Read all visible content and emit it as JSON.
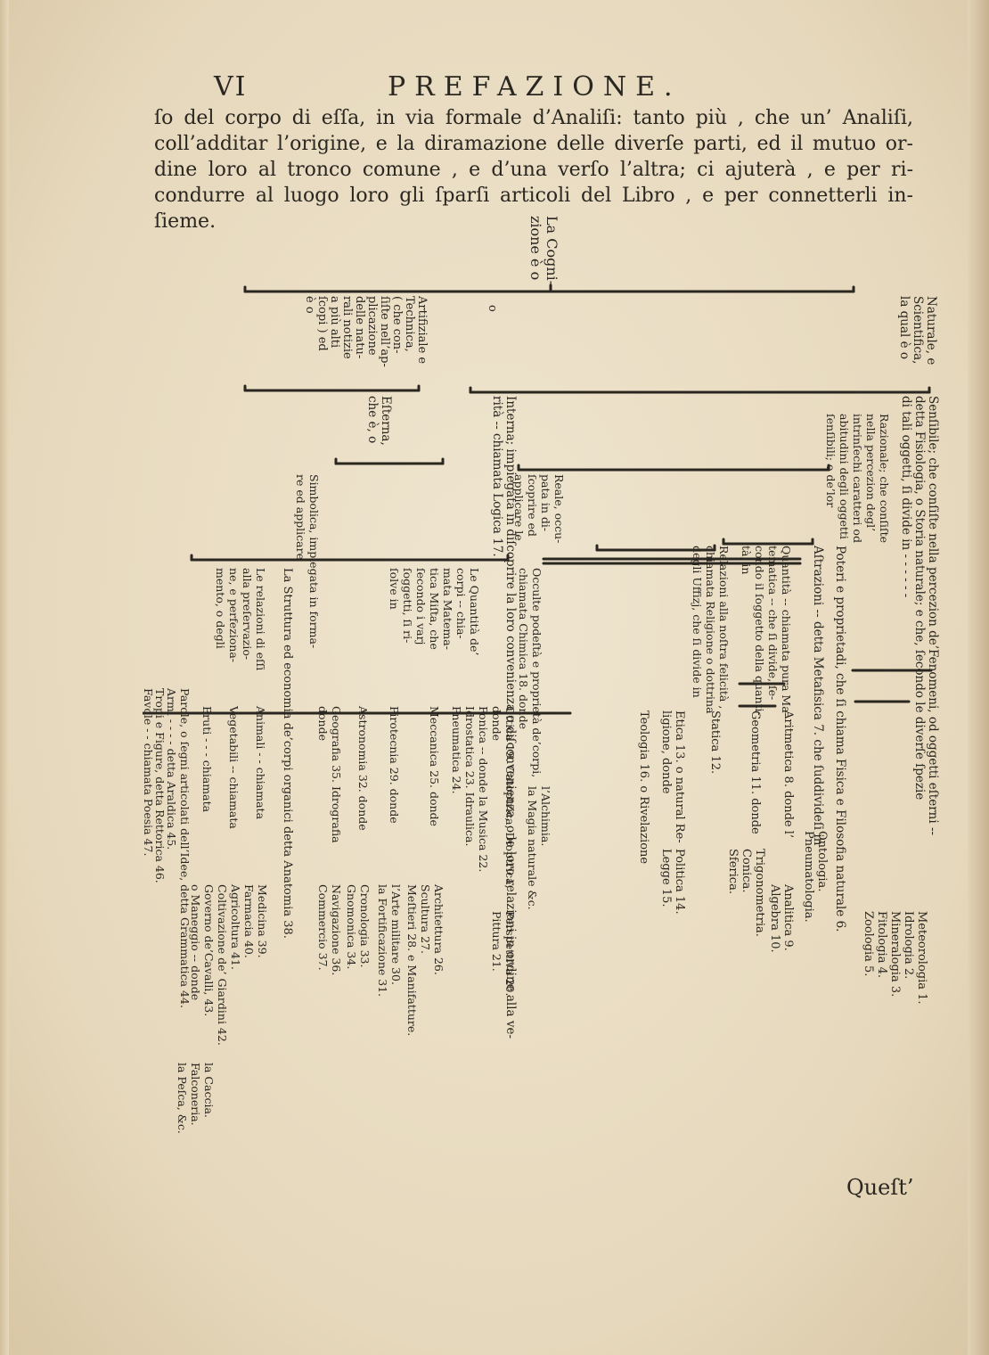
{
  "header": {
    "folio": "VI",
    "running_title": "PREFAZIONE."
  },
  "intro": {
    "lines": [
      "ſo del corpo di eſſa, in via formale d’Analiſi: tanto più , che un’ Analiſi,",
      "coll’additar l’origine, e la diramazione delle diverſe parti, ed il mutuo or-",
      "dine loro al tronco comune , e d’una verſo l’altra; ci ajuterà , e per ri-",
      "condurre al luogo loro gli ſparſi articoli del Libro , e per connetterli in-",
      "ſieme."
    ]
  },
  "tree": {
    "root": [
      "La Cogni-",
      "zione è o"
    ],
    "naturale": [
      "Naturale, e",
      "Scientifica,",
      "la qual è o"
    ],
    "artifiziale": [
      "Artifiziale e",
      "Technica,",
      "( che con-",
      "ſiſte nell’ap-",
      "plicazione",
      "delle natu-",
      "rali notizie",
      "a più alti",
      "ſcopi ) ed",
      "è o"
    ],
    "sensibile": [
      "Senſibile; che conſiſte nella percezion de’Fenomeni, od oggetti eſterni --",
      "detta Fisiologia, o Storia naturale; e che, ſecondo le diverſe ſpezie",
      "di tali oggetti, ſi divide in  -  -  -  -  -  -"
    ],
    "sensibile_out": [
      "Meteorologia 1.",
      "Idrologia 2.",
      "Mineralogia 3.",
      "Fitologia 4.",
      "Zoologia 5."
    ],
    "razionale": [
      "Razionale; che conſiſte",
      "nella percezion degl’",
      "intrinſechi caratteri od",
      "abitudini degli oggetti",
      "ſenſibili; o de’lor"
    ],
    "poteri": [
      "Poteri e proprietadi, che ſi chiama Fisica e Filosofia naturale 6."
    ],
    "astrazioni": [
      "Aſtrazioni -- detta Metafisica 7. che ſuddivideſi in"
    ],
    "astrazioni_out": [
      "Ontologia.",
      "Pneumatologia."
    ],
    "quantita": [
      "Quantità -- chiamata pura Ma-",
      "tematica -- che ſi divide, ſe-",
      "condo il ſoggetto della quanti-",
      "tà, in"
    ],
    "aritmetica": [
      "Aritmetica 8. donde l’"
    ],
    "aritmetica_out": [
      "Analitica 9.",
      "Algebra 10."
    ],
    "geometria": [
      "Geometria 11. donde"
    ],
    "geometria_out": [
      "Trigonometria.",
      "Conica.",
      "Sferica."
    ],
    "statica": [
      "Statica 12."
    ],
    "relazioni": [
      "Relazioni alla noſtra felicità ,",
      "chiamata Religione o dottrina",
      "degli Uffizj, che ſi divide in"
    ],
    "etica": [
      "Etica 13. o natural Re-",
      "ligione, donde"
    ],
    "etica_out": [
      "Politica 14.",
      "Legge 15."
    ],
    "teologia": [
      "Teologia 16. o Rivelazione"
    ],
    "interna": [
      "Interna; impiegata in diſcoprire la loro convenienza o diſconvenienza, o le loro relazioni in ordine alla ve-",
      "rità -- chiamata Logica 17."
    ],
    "esterna": [
      "Eſterna,",
      "che è, o"
    ],
    "reale": [
      "Reale, occu-",
      "pata in di-",
      "ſcoprire ed",
      "applicare le"
    ],
    "simbolica": [
      "Simbolica, impiegata in forma-",
      "re ed applicare"
    ],
    "occulte": [
      "Occulte podeſtà e proprietà de’corpi,",
      "chiamata Chimica 18. donde"
    ],
    "occulte_out": [
      "l’Alchimia.",
      "la Magia naturale &c."
    ],
    "ottica": [
      "Ottica 19. Catoptrica, Dioptrica,",
      "donde"
    ],
    "ottica_out": [
      "Perspettiva 20.",
      "Pittura 21."
    ],
    "fonica": [
      "Fonica -- donde la Musica 22."
    ],
    "idrostatica": [
      "Idrostatica 23. Idraulica."
    ],
    "pneumatica": [
      "Pneumatica 24."
    ],
    "quantita_corpi": [
      "Le Quantità de’",
      "corpi -- chia-",
      "mata Matema-",
      "tica Miſta, che",
      "ſecondo i varj",
      "ſoggetti, ſi ri-",
      "ſolve in"
    ],
    "meccanica": [
      "Meccanica 25.    donde"
    ],
    "meccanica_out": [
      "Architettura 26.",
      "Scultura 27.",
      "Meſtieri 28. e Manifatture."
    ],
    "pirotecnia": [
      "Pirotecnia 29.   donde"
    ],
    "pirotecnia_out": [
      "l’Arte militare 30.",
      "la Fortificazione 31."
    ],
    "astronomia": [
      "Astronomia 32.   donde"
    ],
    "astronomia_out": [
      "Cronologia 33.",
      "Gnomonica 34."
    ],
    "geografia": [
      "Geografia 35. Idrografia",
      "donde"
    ],
    "geografia_out": [
      "Navigazione 36.",
      "Commercio 37."
    ],
    "struttura": [
      "La Struttura ed economia de’corpi organici detta Anatomia 38."
    ],
    "relazioni_effi": [
      "Le relazioni di eſſi",
      "alla preſervazio-",
      "ne, e perfeziona-",
      "mento, o degli"
    ],
    "animali": [
      "Animali  -  -  chiamata"
    ],
    "animali_out": [
      "Medicina 39.",
      "Farmacia 40."
    ],
    "vegetabili": [
      "Vegetabili -- chiamata"
    ],
    "vegetabili_out": [
      "Agricoltura 41.",
      "Coltivazione de’ Giardini 42."
    ],
    "bruti": [
      "Bruti  -  -  -  chiamata"
    ],
    "bruti_out": [
      "Governo de’Cavalli, 43.",
      "o Maneggio -- donde"
    ],
    "bruti_out2": [
      "la Caccia.",
      "Falconeria.",
      "la Peſca, &c."
    ],
    "parole": [
      "Parole, o ſegni articolati dell’Idee, detta Grammatica 44."
    ],
    "armi": [
      "Armi  -  -  -  -  detta Araldica 45."
    ],
    "tropi": [
      "Tropi e Figure, detta Rettorica 46."
    ],
    "favole": [
      "Favole  -  -  chiamata Poesia 47."
    ],
    "o": "o"
  },
  "catchword": "Queſt’"
}
